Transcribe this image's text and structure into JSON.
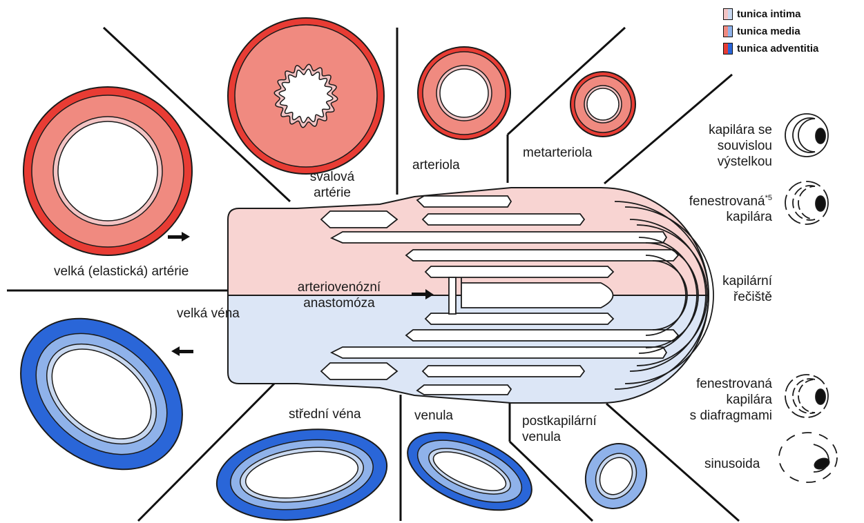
{
  "legend": [
    {
      "label": "tunica intima",
      "colors": [
        "#f3c4c4",
        "#c8d8f0"
      ]
    },
    {
      "label": "tunica media",
      "colors": [
        "#f08a80",
        "#8fb2ea"
      ]
    },
    {
      "label": "tunica adventitia",
      "colors": [
        "#e83c34",
        "#2a66d8"
      ]
    }
  ],
  "labels": {
    "elastic_artery": "velká (elastická) artérie",
    "muscular_artery": [
      "svalová",
      "artérie"
    ],
    "arteriole": "arteriola",
    "metarteriole": "metarteriola",
    "av_anastomosis": [
      "arteriovenózní",
      "anastomóza"
    ],
    "large_vein": "velká véna",
    "medium_vein": "střední véna",
    "venule": "venula",
    "postcapillary_venule": [
      "postkapilární",
      "venula"
    ],
    "capillary_bed": [
      "kapilární",
      "řečiště"
    ],
    "continuous_capillary": [
      "kapilára se",
      "souvislou",
      "výstelkou"
    ],
    "fenestrated_capillary": [
      "fenestrovaná",
      "kapilára"
    ],
    "fenestrated_superscript": "*5",
    "fenestrated_diaphragm": [
      "fenestrovaná",
      "kapilára",
      "s diafragmami"
    ],
    "sinusoid": "sinusoida"
  },
  "colors": {
    "arterial_light": "#f8d4d2",
    "venous_light": "#dce6f6",
    "artery_red": "#e83c34",
    "artery_pink": "#f08a80",
    "vein_blue": "#2a66d8",
    "vein_mid": "#8fb2ea",
    "outline": "#1a1a1a"
  }
}
